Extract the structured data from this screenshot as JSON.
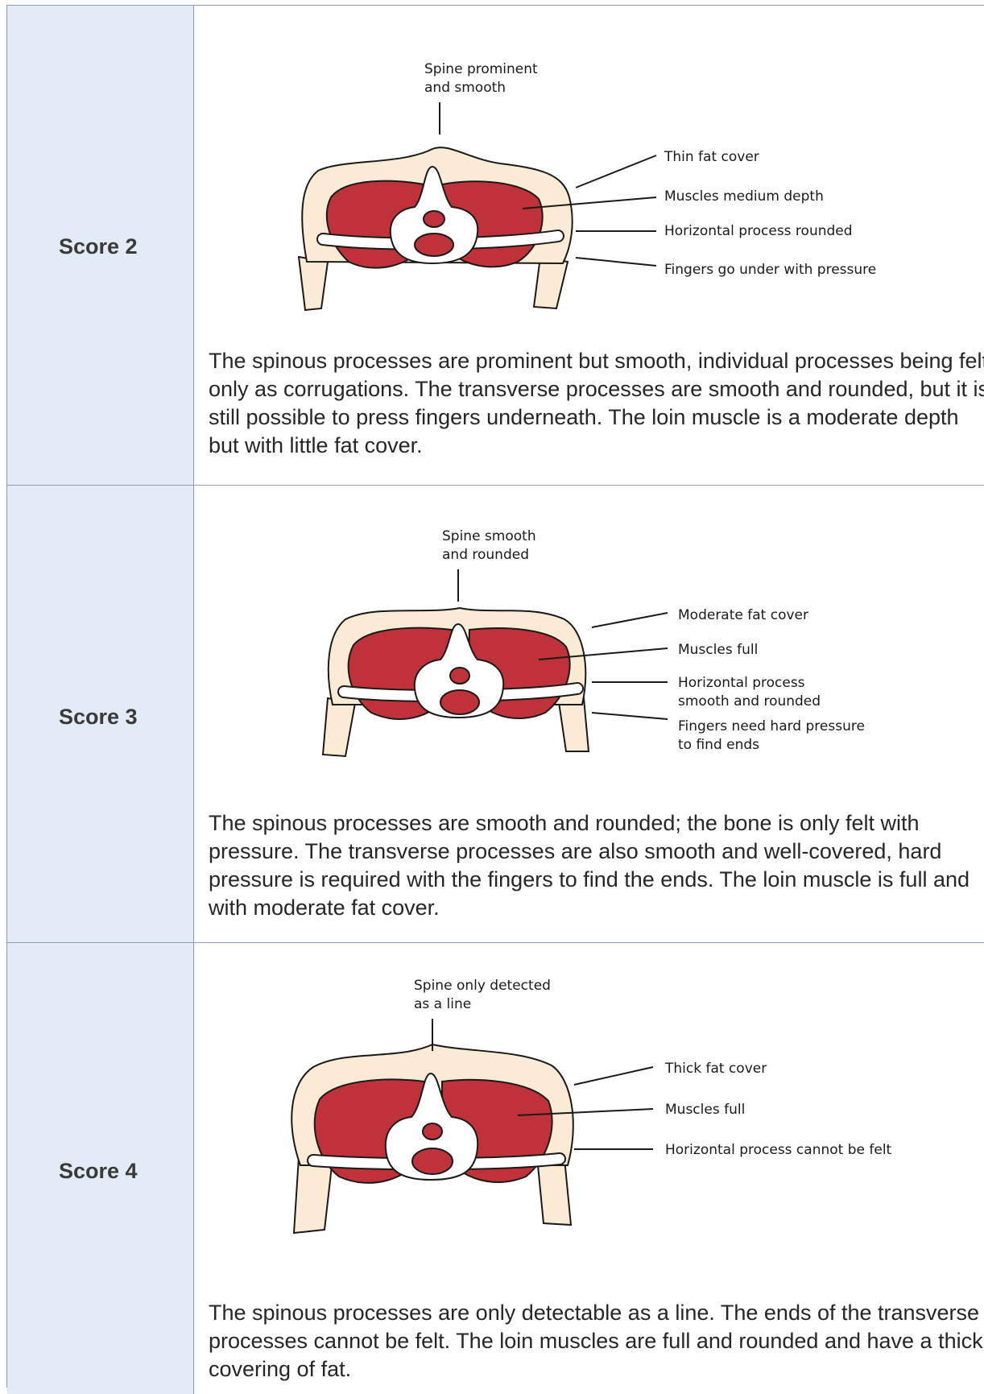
{
  "rows": [
    {
      "score": "Score 2",
      "spine_label": [
        "Spine prominent",
        "and smooth"
      ],
      "callouts": [
        [
          "Thin fat cover"
        ],
        [
          "Muscles medium depth"
        ],
        [
          "Horizontal process rounded"
        ],
        [
          "Fingers go under with pressure"
        ]
      ],
      "description": "The spinous processes are prominent but smooth, individual processes being felt only as corrugations. The transverse processes are smooth and rounded, but it is still possible to press fingers underneath. The loin muscle is a moderate depth but with little fat cover."
    },
    {
      "score": "Score 3",
      "spine_label": [
        "Spine smooth",
        "and rounded"
      ],
      "callouts": [
        [
          "Moderate fat cover"
        ],
        [
          "Muscles full"
        ],
        [
          "Horizontal process",
          "smooth and rounded"
        ],
        [
          "Fingers need hard pressure",
          "to find ends"
        ]
      ],
      "description": "The spinous processes are smooth and rounded; the bone is only felt with pressure. The transverse processes are also smooth and well-covered, hard pressure is required with the fingers to find the ends. The loin muscle is full and with moderate fat cover."
    },
    {
      "score": "Score 4",
      "spine_label": [
        "Spine only detected",
        "as a line"
      ],
      "callouts": [
        [
          "Thick fat cover"
        ],
        [
          "Muscles full"
        ],
        [
          "Horizontal process cannot be felt"
        ]
      ],
      "description": "The spinous processes are only detectable as a line. The ends of the transverse processes cannot be felt. The loin muscles are full and rounded and have a thick covering of fat."
    }
  ]
}
